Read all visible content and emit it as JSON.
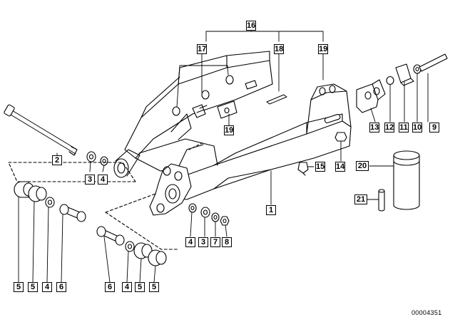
{
  "diagram": {
    "document_number": "00004351",
    "callouts": {
      "c1": "1",
      "c2": "2",
      "c3a": "3",
      "c4a": "4",
      "c5a": "5",
      "c5b": "5",
      "c4b": "4",
      "c6a": "6",
      "c6b": "6",
      "c4c": "4",
      "c5c": "5",
      "c5d": "5",
      "c4d": "4",
      "c3b": "3",
      "c7": "7",
      "c8": "8",
      "c9": "9",
      "c10": "10",
      "c11": "11",
      "c12": "12",
      "c13": "13",
      "c14": "14",
      "c15": "15",
      "c16": "16",
      "c17": "17",
      "c18": "18",
      "c19a": "19",
      "c19b": "19",
      "c20": "20",
      "c21": "21"
    }
  }
}
